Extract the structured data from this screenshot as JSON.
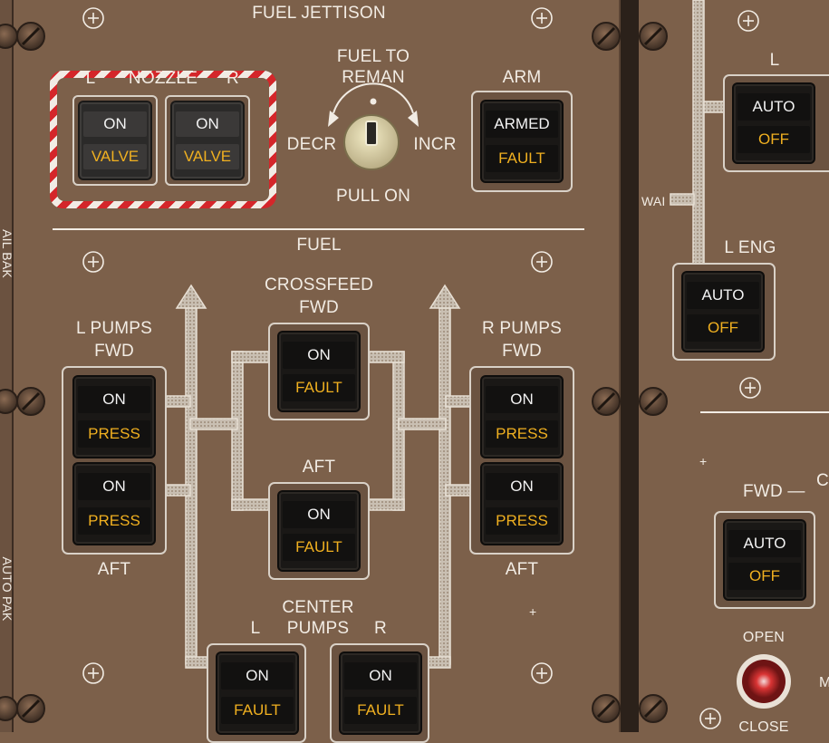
{
  "header": {
    "fuel_jettison": "FUEL JETTISON",
    "fuel": "FUEL"
  },
  "jettison": {
    "nozzle": {
      "l": "L",
      "title": "NOZZLE",
      "r": "R",
      "left_top": "ON",
      "left_bot": "VALVE",
      "right_top": "ON",
      "right_bot": "VALVE"
    },
    "knob": {
      "title1": "FUEL TO",
      "title2": "REMAN",
      "decr": "DECR",
      "incr": "INCR",
      "pull": "PULL ON"
    },
    "arm": {
      "title": "ARM",
      "top": "ARMED",
      "bot": "FAULT"
    }
  },
  "fuel": {
    "l_pumps": {
      "title1": "L PUMPS",
      "title2": "FWD",
      "aft": "AFT",
      "fwd_top": "ON",
      "fwd_bot": "PRESS",
      "aft_top": "ON",
      "aft_bot": "PRESS"
    },
    "r_pumps": {
      "title1": "R PUMPS",
      "title2": "FWD",
      "aft": "AFT",
      "fwd_top": "ON",
      "fwd_bot": "PRESS",
      "aft_top": "ON",
      "aft_bot": "PRESS"
    },
    "crossfeed": {
      "title1": "CROSSFEED",
      "title2": "FWD",
      "fwd_top": "ON",
      "fwd_bot": "FAULT",
      "aft_label": "AFT",
      "aft_top": "ON",
      "aft_bot": "FAULT"
    },
    "center": {
      "title1": "CENTER",
      "title2": "PUMPS",
      "l": "L",
      "r": "R",
      "l_top": "ON",
      "l_bot": "FAULT",
      "r_top": "ON",
      "r_bot": "FAULT"
    }
  },
  "right_panel": {
    "l": {
      "title": "L",
      "top": "AUTO",
      "bot": "OFF"
    },
    "wai": "WAI",
    "l_eng": {
      "title": "L ENG",
      "top": "AUTO",
      "bot": "OFF"
    },
    "fwd": {
      "title": "FWD —",
      "title_tail": "C",
      "top": "AUTO",
      "bot": "OFF"
    },
    "open": "OPEN",
    "close": "CLOSE",
    "edge_m": "M"
  },
  "edge_left_fragments": {
    "top": "AIL BAK",
    "bottom": "AUTO PAK"
  },
  "colors": {
    "panel": "#7c604a",
    "legend": "#f2ece4",
    "amber": "#f0b020",
    "stripe_red": "#d4262a"
  }
}
